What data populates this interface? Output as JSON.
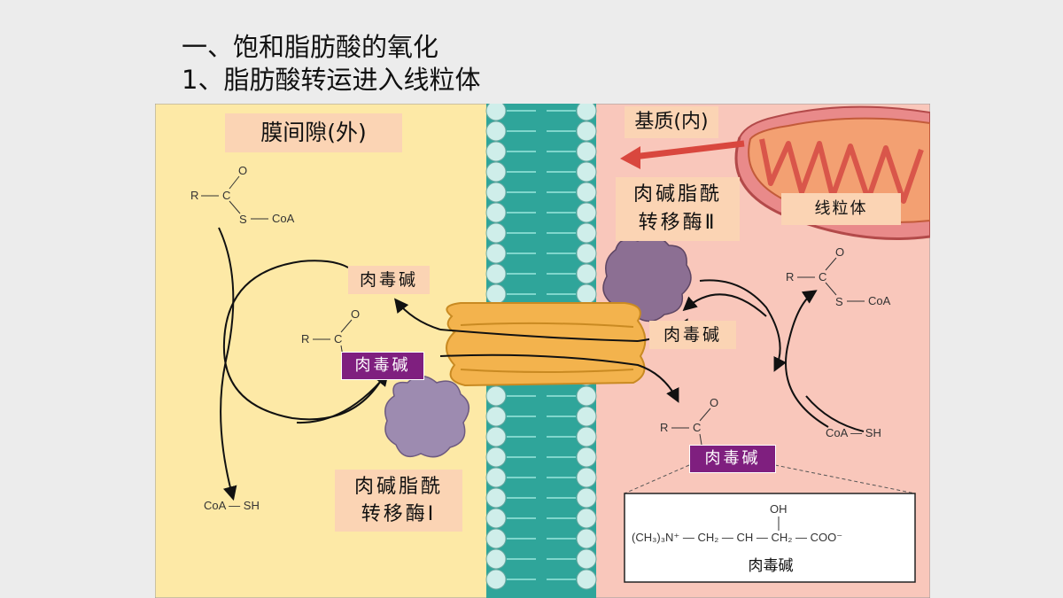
{
  "titles": {
    "line1": "一、饱和脂肪酸的氧化",
    "line2": "1、脂肪酸转运进入线粒体"
  },
  "labels": {
    "intermembrane_space": "膜间隙(外)",
    "matrix": "基质(内)",
    "mitochondrion": "线粒体",
    "cpt2_line1": "肉碱脂酰",
    "cpt2_line2": "转移酶Ⅱ",
    "cpt1_line1": "肉碱脂酰",
    "cpt1_line2": "转移酶Ⅰ",
    "carnitine_left": "肉毒碱",
    "carnitine_right": "肉毒碱",
    "acylcarnitine_left": "肉毒碱",
    "acylcarnitine_right": "肉毒碱",
    "carnitine_structure_caption": "肉毒碱"
  },
  "chemistry": {
    "acyl_r": "R",
    "acyl_c": "C",
    "acyl_o": "O",
    "acyl_s": "S",
    "coa": "CoA",
    "coa_sh_left": "CoA — SH",
    "coa_sh_right": "CoA — SH",
    "oh": "OH",
    "carnitine_formula": "(CH₃)₃N⁺ — CH₂ — CH — CH₂ — COO⁻"
  },
  "colors": {
    "outer_bg": "#fde9a6",
    "inner_bg": "#f9c7bb",
    "bilayer": "#2fa59a",
    "head": "#cfeeea",
    "enzyme": "#9a84a8",
    "transporter": "#f3b34d",
    "label_bg": "#fbd4b4",
    "carnitine_pill": "#7f1f7f"
  }
}
